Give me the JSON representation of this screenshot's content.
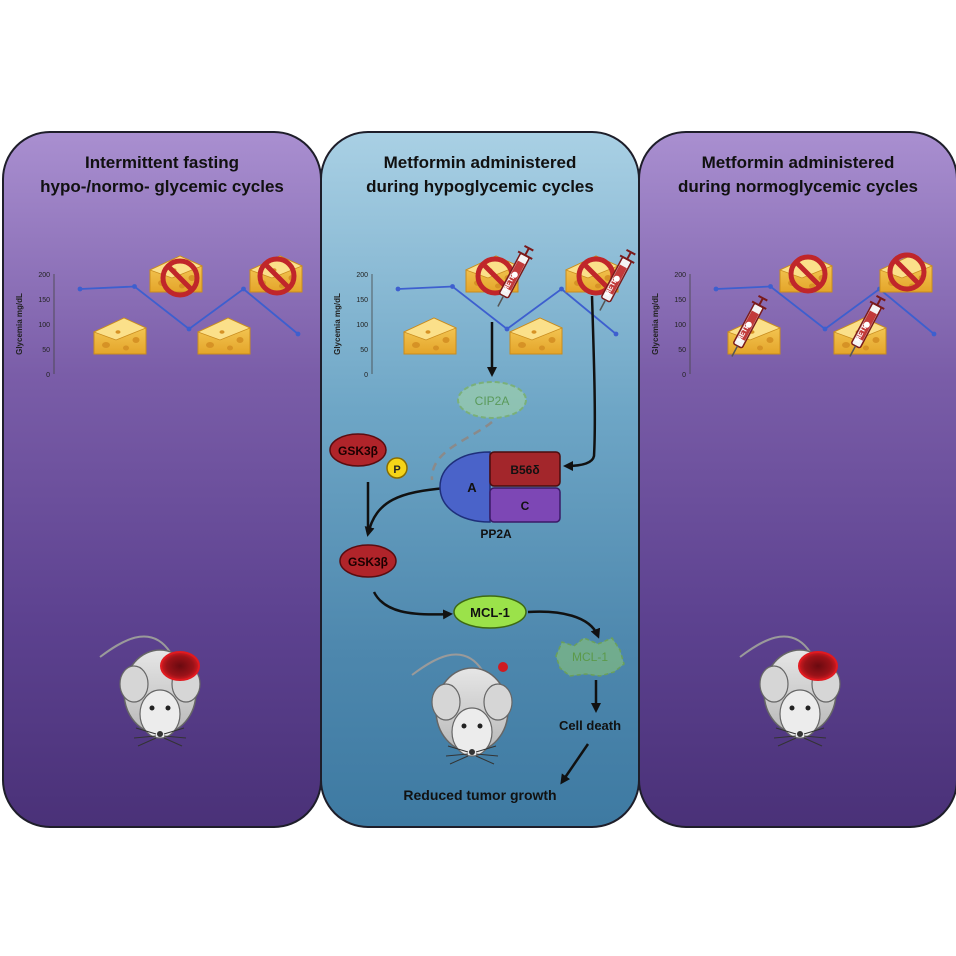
{
  "panels": {
    "left": {
      "title_line1": "Intermittent fasting",
      "title_line2": "hypo-/normo- glycemic cycles"
    },
    "middle": {
      "title_line1": "Metformin administered",
      "title_line2": "during hypoglycemic cycles"
    },
    "right": {
      "title_line1": "Metformin administered",
      "title_line2": "during normoglycemic cycles"
    }
  },
  "glycemia_chart": {
    "ylabel": "Glycemia mg/dL",
    "ticks": [
      "200",
      "150",
      "100",
      "50",
      "0"
    ],
    "values": [
      170,
      175,
      90,
      170,
      80
    ]
  },
  "syringe_label": "METF",
  "pathway": {
    "cip2a": "CIP2A",
    "gsk3b_p": "GSK3β",
    "phospho": "P",
    "pp2a_a": "A",
    "pp2a_b": "B56δ",
    "pp2a_c": "C",
    "pp2a": "PP2A",
    "gsk3b": "GSK3β",
    "mcl1": "MCL-1",
    "mcl1_degraded": "MCL-1",
    "cell_death": "Cell death",
    "reduced_growth": "Reduced tumor growth"
  },
  "colors": {
    "purple_panel": "#6a4e9c",
    "blue_panel": "#5a95bb",
    "gsk3b": "#b0242a",
    "mcl1": "#9be24a",
    "pp2a_a": "#4a63c9",
    "pp2a_b": "#a3262b",
    "pp2a_c": "#7d47b5",
    "tumor": "#c0151b",
    "cheese": "#f2b53a"
  }
}
